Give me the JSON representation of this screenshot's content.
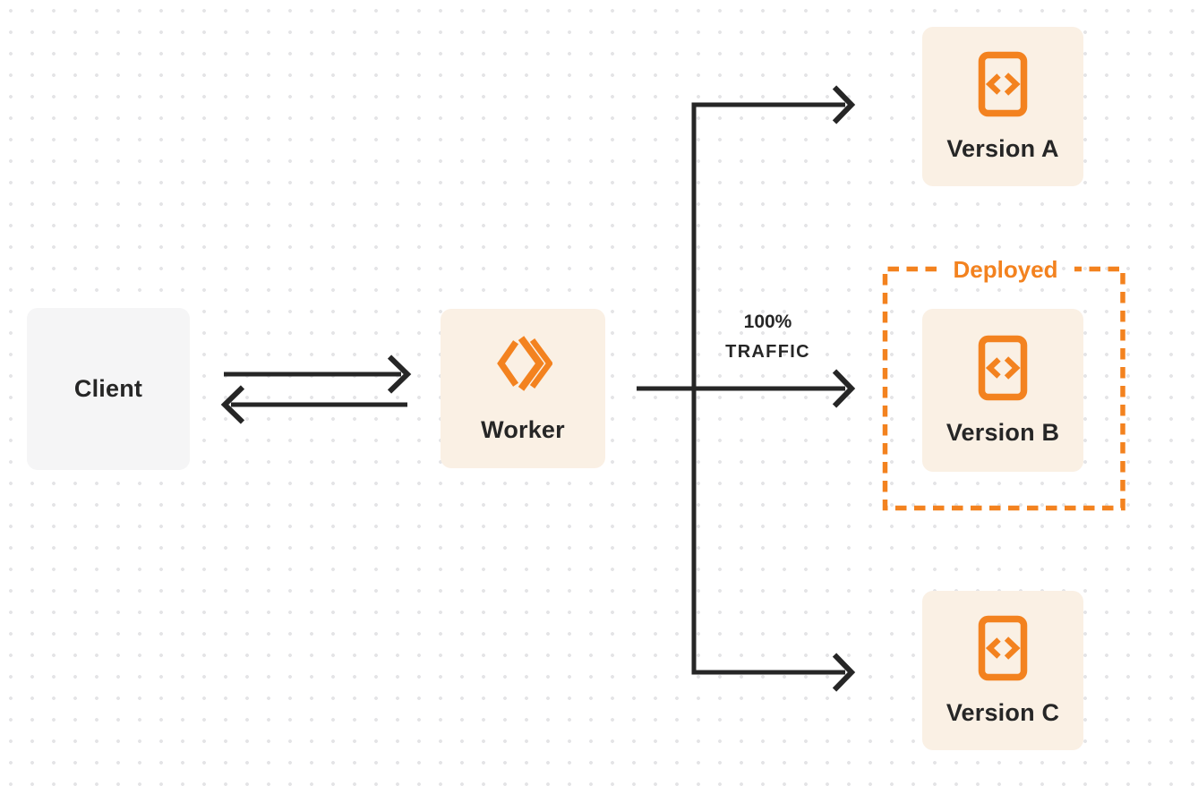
{
  "colors": {
    "orange": "#F3821F",
    "cream": "#FAF0E4",
    "client_gray": "#F5F5F6",
    "ink": "#262626",
    "dot": "#E4E4E6",
    "bg": "#FFFFFF"
  },
  "nodes": {
    "client": {
      "label": "Client"
    },
    "worker": {
      "label": "Worker",
      "icon": "workers-logo-icon"
    },
    "version_a": {
      "label": "Version A",
      "icon": "code-file-icon"
    },
    "version_b": {
      "label": "Version B",
      "icon": "code-file-icon"
    },
    "version_c": {
      "label": "Version C",
      "icon": "code-file-icon"
    }
  },
  "annotations": {
    "deployed_label": "Deployed",
    "traffic_line1": "100%",
    "traffic_line2": "TRAFFIC"
  }
}
